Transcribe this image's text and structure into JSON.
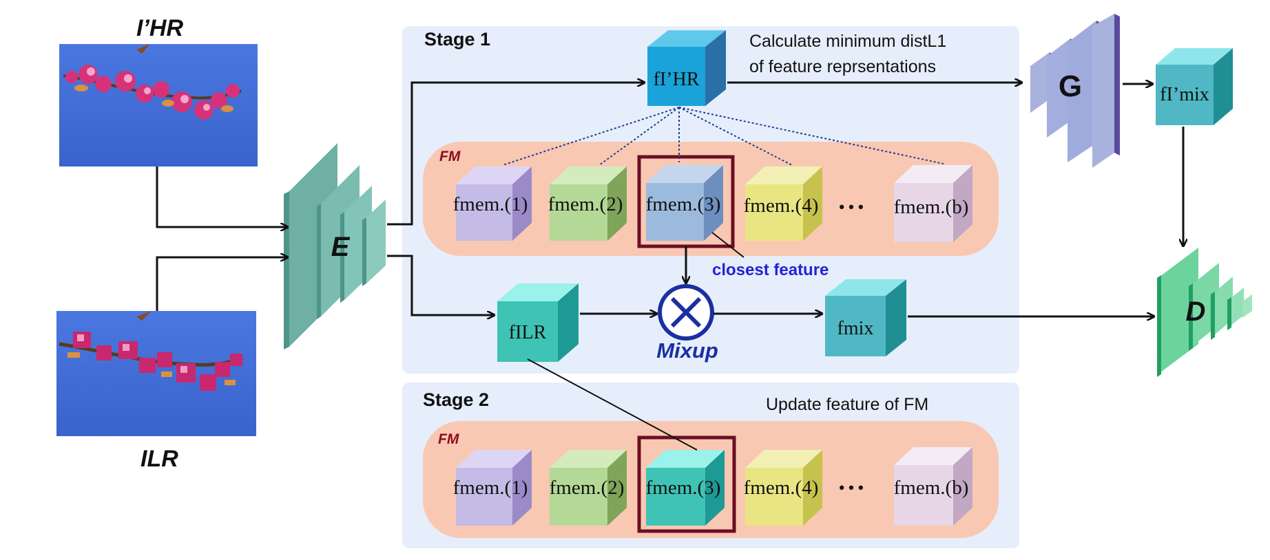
{
  "inputs": {
    "hr_label": "I’HR",
    "lr_label": "ILR"
  },
  "encoder": {
    "label": "E"
  },
  "generator": {
    "label": "G"
  },
  "discriminator": {
    "label": "D"
  },
  "stage1": {
    "title": "Stage 1",
    "note_line1": "Calculate minimum distL1",
    "note_line2": "of feature reprsentations",
    "fm_label": "FM",
    "closest_label": "closest feature",
    "mixup_label": "Mixup"
  },
  "stage2": {
    "title": "Stage 2",
    "note": "Update feature of FM",
    "fm_label": "FM"
  },
  "features": {
    "f_hr": "fI’HR",
    "f_lr": "fILR",
    "f_mix": "fmix",
    "f_hr_mix": "fI’mix"
  },
  "memory": {
    "items": [
      "fmem.(1)",
      "fmem.(2)",
      "fmem.(3)",
      "fmem.(4)",
      "fmem.(b)"
    ],
    "ellipsis": "• • •"
  },
  "colors": {
    "stage_bg": "#e6eefc",
    "fm_bg": "#f9c8b3",
    "highlight_border": "#6b0f23",
    "mixup": "#1a2fa0",
    "closest_text": "#2323d6",
    "fm_text": "#8b0d1a",
    "encoder": "#6fb0a4",
    "generator": "#9aa6d4",
    "discriminator": "#5cc98e"
  }
}
